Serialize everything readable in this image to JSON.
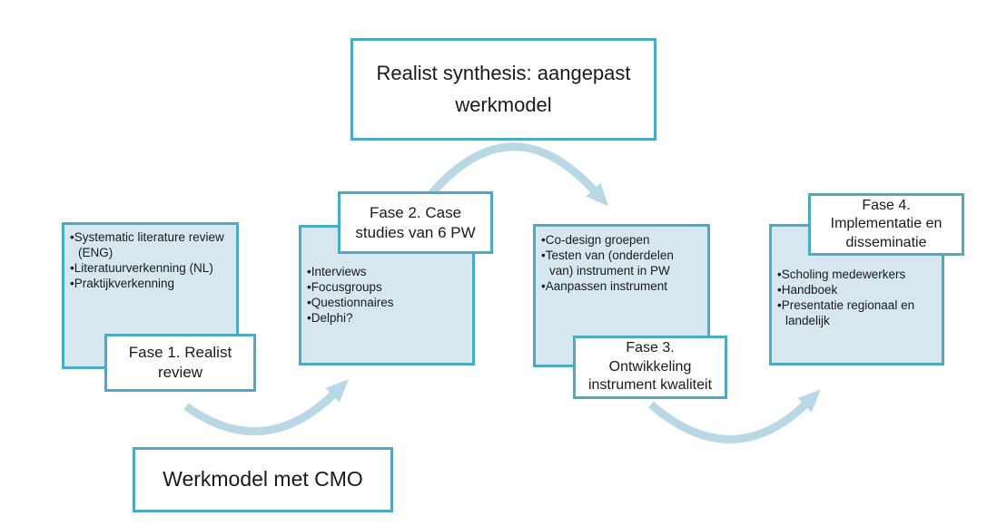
{
  "ui": {
    "bullet": "•"
  },
  "colors": {
    "border_teal": "#4aabc5",
    "panel_fill": "#d7e7ef",
    "arrow_blue": "#b9d8e5",
    "text": "#1a1a1a"
  },
  "top_box": {
    "label": "Realist synthesis: aangepast werkmodel"
  },
  "werkmodel_box": {
    "label": "Werkmodel met CMO"
  },
  "phases": [
    {
      "label": "Fase 1. Realist review",
      "items": [
        "Systematic literature review (ENG)",
        "Literatuurverkenning (NL)",
        "Praktijkverkenning"
      ]
    },
    {
      "label": "Fase 2. Case studies van 6 PW",
      "items": [
        "Interviews",
        "Focusgroups",
        "Questionnaires",
        "Delphi?"
      ]
    },
    {
      "label": "Fase 3. Ontwikkeling instrument kwaliteit",
      "items": [
        "Co-design groepen",
        "Testen van (onderdelen van) instrument in PW",
        "Aanpassen instrument"
      ]
    },
    {
      "label": "Fase 4. Implementatie en disseminatie",
      "items": [
        "Scholing medewerkers",
        "Handboek",
        "Presentatie regionaal en landelijk"
      ]
    }
  ],
  "arrows": [
    {
      "name": "curved-arrow-fase1-to-fase2"
    },
    {
      "name": "curved-arrow-fase2-to-fase3"
    },
    {
      "name": "curved-arrow-fase3-to-fase4"
    }
  ]
}
